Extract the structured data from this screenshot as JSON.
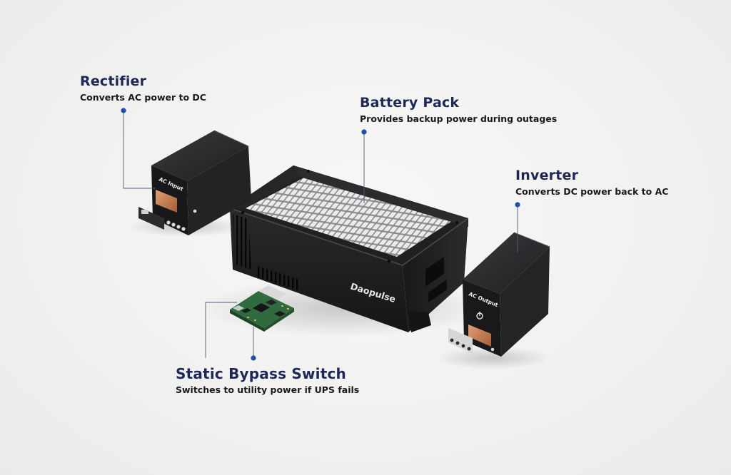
{
  "components": {
    "rectifier": {
      "title": "Rectifier",
      "description": "Converts AC power to DC",
      "unit_label": "AC Input"
    },
    "battery": {
      "title": "Battery Pack",
      "description": "Provides backup power during outages",
      "brand": "Daopulse"
    },
    "inverter": {
      "title": "Inverter",
      "description": "Converts DC power back to AC",
      "unit_label": "AC Output"
    },
    "bypass": {
      "title": "Static Bypass Switch",
      "description": "Switches to utility power if UPS fails"
    }
  },
  "colors": {
    "title_navy": "#1f2757",
    "leader_blue": "#1e4fa8",
    "metal_black": "#1c1c1e",
    "pcb_green": "#2f6b3e"
  }
}
